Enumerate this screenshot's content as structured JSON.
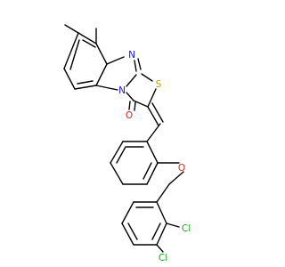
{
  "molecule": {
    "atoms": {
      "n_imine": "N",
      "s_ring": "S",
      "n_bridge": "N",
      "o_carbonyl": "O",
      "o_ether": "O",
      "cl_upper": "Cl",
      "cl_lower": "Cl"
    },
    "colors": {
      "bond": "#000000",
      "nitrogen": "#1515e8",
      "sulfur": "#b8a000",
      "oxygen": "#e02020",
      "chlorine": "#1aa81a"
    }
  }
}
